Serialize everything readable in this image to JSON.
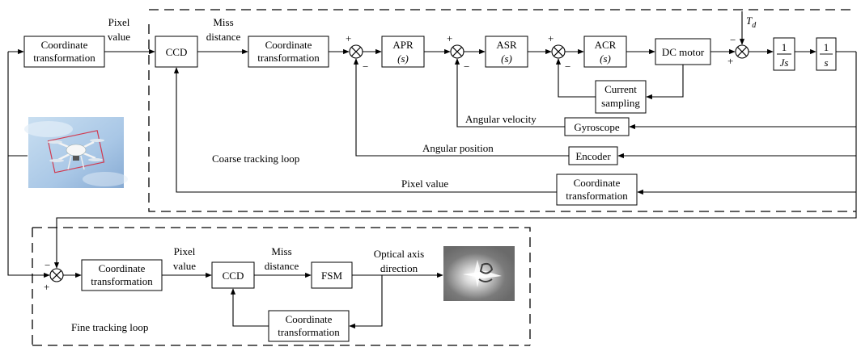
{
  "diagram": {
    "blocks": {
      "coord_input": [
        "Coordinate",
        "transformation"
      ],
      "ccd_coarse": "CCD",
      "coord_coarse_fwd": [
        "Coordinate",
        "transformation"
      ],
      "apr": [
        "APR",
        "(s)"
      ],
      "asr": [
        "ASR",
        "(s)"
      ],
      "acr": [
        "ACR",
        "(s)"
      ],
      "dc_motor": "DC motor",
      "current_sampling": [
        "Current",
        "sampling"
      ],
      "gyroscope": "Gyroscope",
      "encoder": "Encoder",
      "coord_coarse_feedback": [
        "Coordinate",
        "transformation"
      ],
      "inertia": {
        "num": "1",
        "den": "Js"
      },
      "integrator": {
        "num": "1",
        "den": "s"
      },
      "coord_fine_fwd": [
        "Coordinate",
        "transformation"
      ],
      "ccd_fine": "CCD",
      "fsm": "FSM",
      "coord_fine_feedback": [
        "Coordinate",
        "transformation"
      ]
    },
    "labels": {
      "pixel_value_top": [
        "Pixel",
        "value"
      ],
      "miss_distance_top": [
        "Miss",
        "distance"
      ],
      "disturbance": "T",
      "disturbance_sub": "d",
      "angular_velocity": "Angular velocity",
      "angular_position": "Angular position",
      "coarse_loop": "Coarse tracking loop",
      "pixel_value_feedback": "Pixel value",
      "pixel_value_fine": [
        "Pixel",
        "value"
      ],
      "miss_distance_fine": [
        "Miss",
        "distance"
      ],
      "optical_axis": [
        "Optical axis",
        "direction"
      ],
      "fine_loop": "Fine tracking loop"
    },
    "signs": {
      "plus": "+",
      "minus": "−"
    },
    "images": {
      "drone": "drone-photo",
      "spot": "laser-spot-image"
    }
  }
}
